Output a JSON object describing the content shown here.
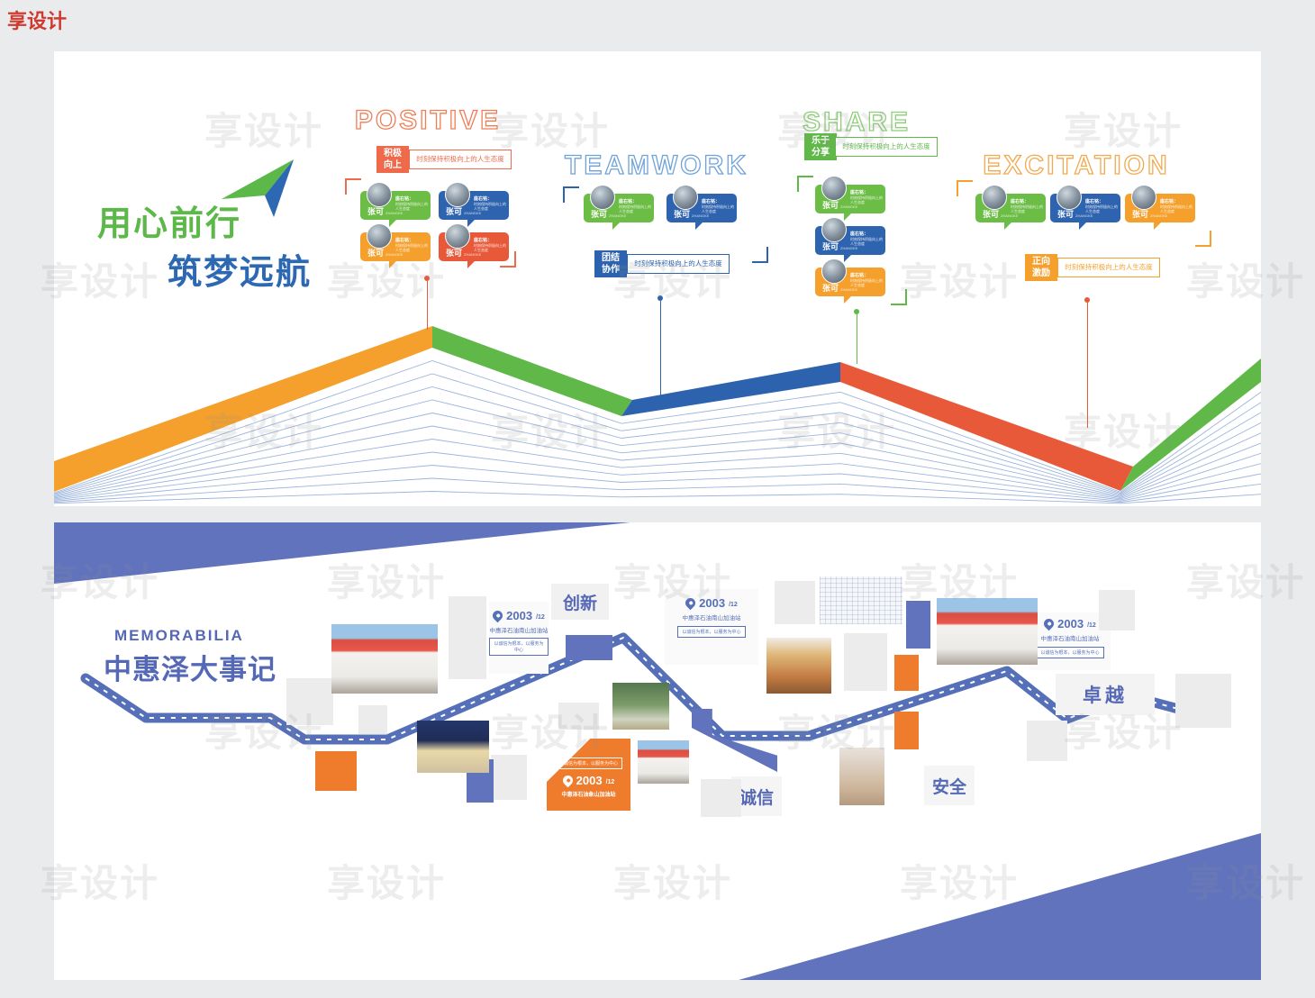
{
  "brand_watermark": {
    "text": "享设计",
    "red": "#cf3b2f",
    "gray": "#bdbdbd"
  },
  "palette": {
    "green": "#5fb848",
    "blue": "#2d63ae",
    "orange": "#f5a02c",
    "red_orange": "#e8593a",
    "periwinkle": "#6173bd",
    "road_blue": "#5570b8",
    "title_blue": "#5568b5"
  },
  "top_banner": {
    "slogan_line1": "用心前行",
    "slogan_line2": "筑梦远航",
    "plane_icon": "paper-plane",
    "member_card": {
      "name": "张可",
      "pinyin": "ZHANGKE",
      "motto_label": "座右铭：",
      "motto": "时刻保持积极向上的人生态度"
    },
    "sections": [
      {
        "title": "POSITIVE",
        "tag_l1": "积极",
        "tag_l2": "向上",
        "desc": "时刻保持积极向上的人生态度",
        "card_colors": [
          "green",
          "blue",
          "orange",
          "red_orange"
        ]
      },
      {
        "title": "TEAMWORK",
        "tag_l1": "团结",
        "tag_l2": "协作",
        "desc": "时刻保持积极向上的人生态度",
        "card_colors": [
          "green",
          "blue"
        ]
      },
      {
        "title": "SHARE",
        "tag_l1": "乐于",
        "tag_l2": "分享",
        "desc": "时刻保持积极向上的人生态度",
        "card_colors": [
          "green",
          "blue",
          "orange"
        ]
      },
      {
        "title": "EXCITATION",
        "tag_l1": "正向",
        "tag_l2": "激励",
        "desc": "时刻保持积极向上的人生态度",
        "card_colors": [
          "green",
          "blue",
          "orange"
        ]
      }
    ]
  },
  "bottom_banner": {
    "title_en": "MEMORABILIA",
    "title_cn": "中惠泽大事记",
    "values": [
      {
        "label": "创新"
      },
      {
        "label": "诚信"
      },
      {
        "label": "安全"
      },
      {
        "label": "卓越"
      }
    ],
    "milestones": [
      {
        "year": "2003",
        "month": "/12",
        "station": "中惠泽石油南山加油站",
        "slogan": "以诚信为根本，以服务为中心",
        "variant": "white"
      },
      {
        "year": "2003",
        "month": "/12",
        "station": "中惠泽石油南山加油站",
        "slogan": "以诚信为根本，以服务为中心",
        "variant": "white"
      },
      {
        "year": "2003",
        "month": "/12",
        "station": "中惠泽石油南山加油站",
        "slogan": "以诚信为根本，以服务为中心",
        "variant": "white"
      },
      {
        "year": "2003",
        "month": "/12",
        "station": "中惠泽石油象山加油站",
        "slogan": "以诚信为根本，以服务为中心",
        "variant": "orange"
      }
    ],
    "photos": [
      "gas-station-canopy",
      "storefront-night",
      "flower-shop",
      "store-interior",
      "gas-station-wide",
      "gas-station-small",
      "store-aisle"
    ]
  }
}
